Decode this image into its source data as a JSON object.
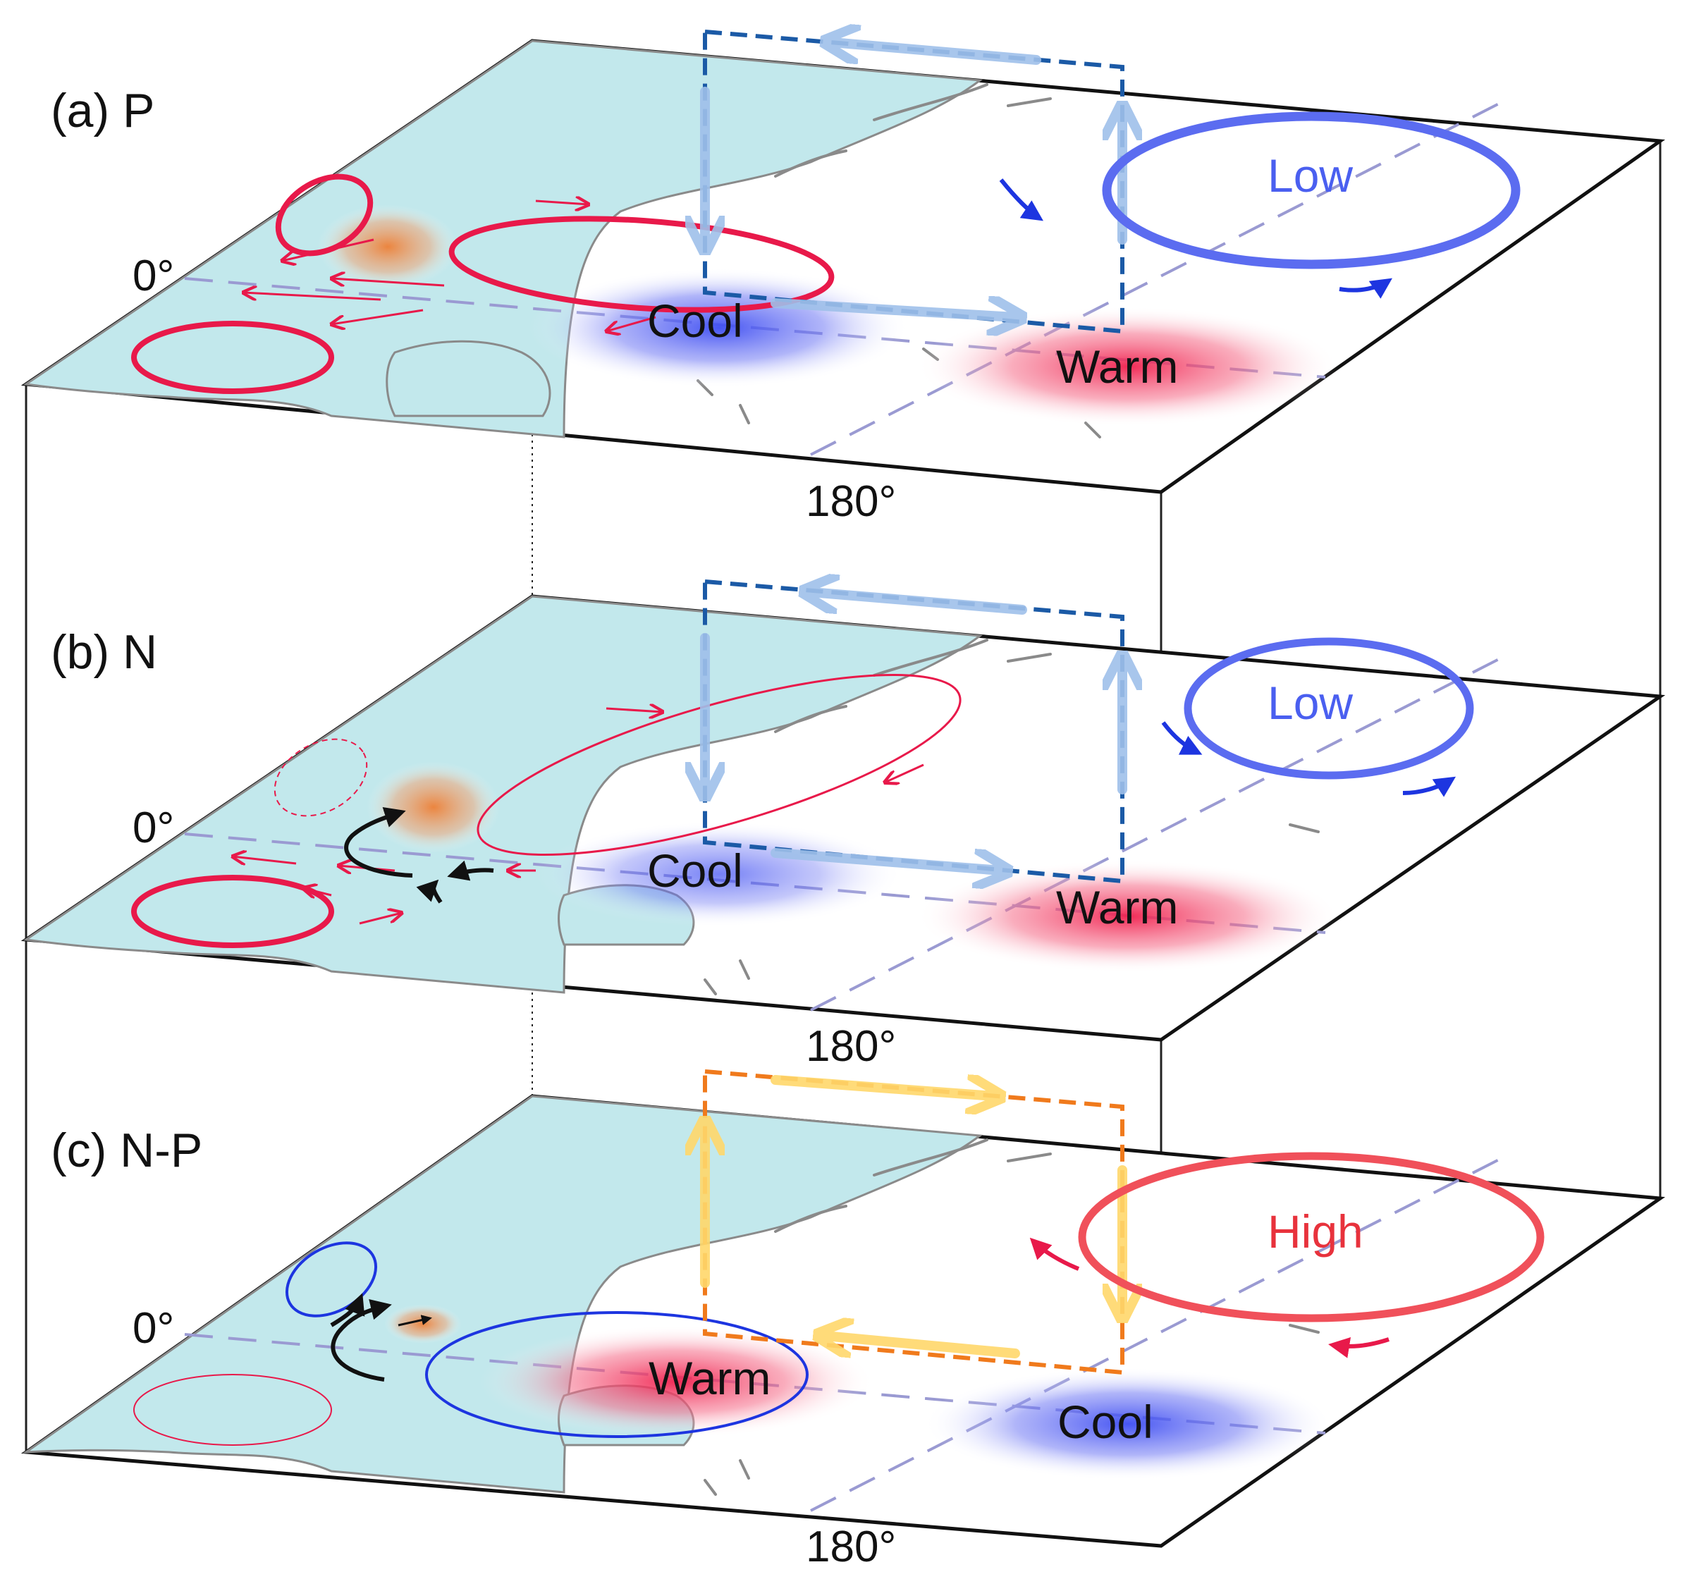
{
  "panels": [
    {
      "label": "(a) P",
      "equator_label": "0°",
      "meridian_label": "180°",
      "pressure_label": "Low",
      "center_label": "Cool",
      "east_label": "Warm"
    },
    {
      "label": "(b) N",
      "equator_label": "0°",
      "meridian_label": "180°",
      "pressure_label": "Low",
      "center_label": "Cool",
      "east_label": "Warm"
    },
    {
      "label": "(c) N-P",
      "equator_label": "0°",
      "meridian_label": "180°",
      "pressure_label": "High",
      "center_label": "Warm",
      "east_label": "Cool"
    }
  ],
  "colors": {
    "land": "#c2e8ec",
    "coast": "#8a8a8a",
    "anticyclone_red": "#e8194a",
    "cyclone_blue": "#5b6cf0",
    "walker_dark_blue": "#1b5aa6",
    "walker_light_blue": "#9fc0ea",
    "walker_orange": "#f07a1c",
    "walker_yellow": "#ffd86b",
    "cool_blue": "#3c4cf2",
    "warm_red": "#f0204e",
    "heating_orange": "#f28a4a"
  }
}
